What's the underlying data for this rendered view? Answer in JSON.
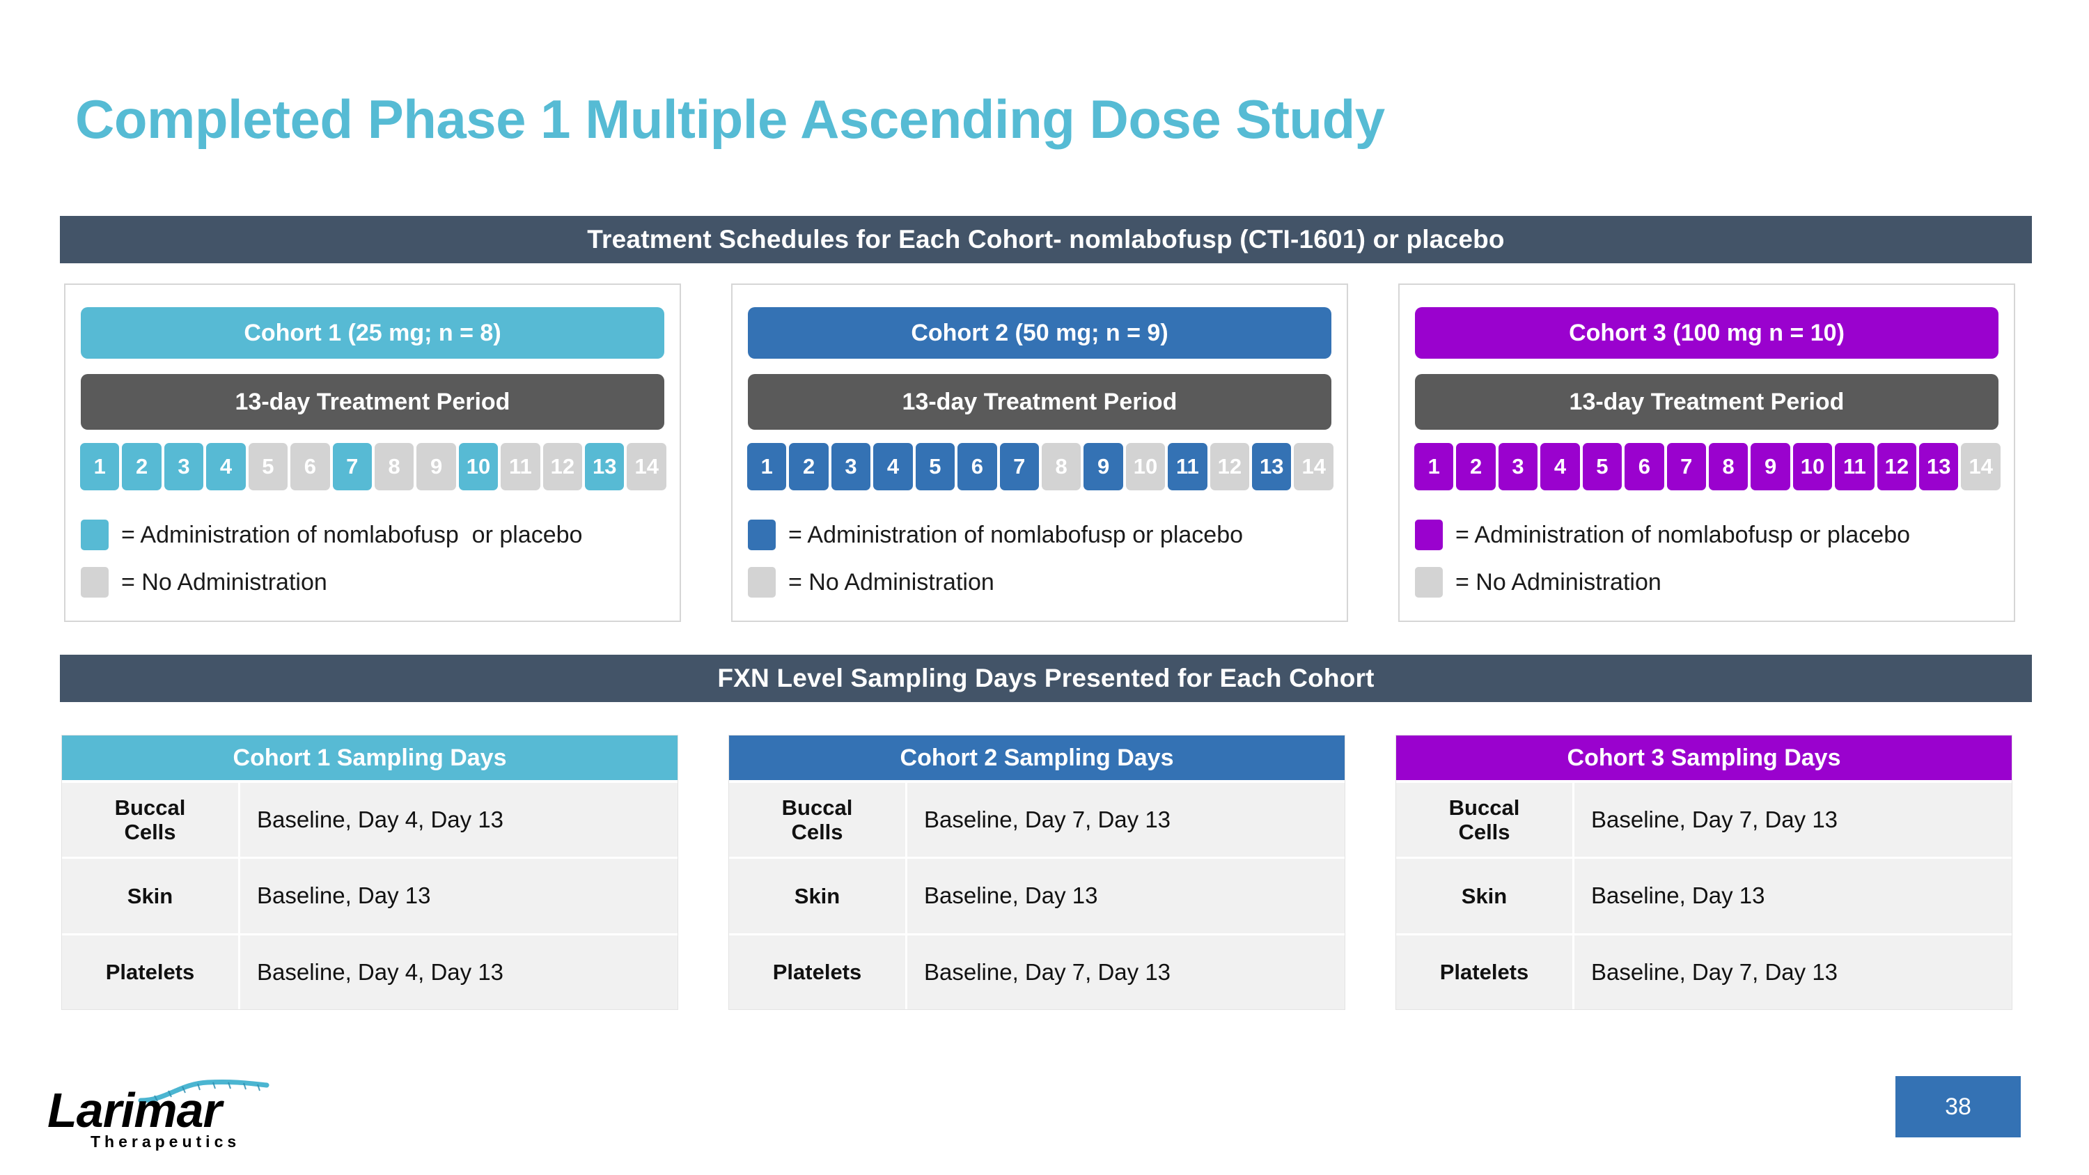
{
  "slide": {
    "title": "Completed Phase 1 Multiple Ascending Dose Study",
    "title_color": "#56BBD4",
    "page_number": "38"
  },
  "banners": {
    "treatment": "Treatment Schedules for Each Cohort- nomlabofusp (CTI-1601) or placebo",
    "fxn": "FXN Level Sampling Days Presented for Each Cohort",
    "color": "#435468"
  },
  "cohorts": [
    {
      "id": "cohort-1",
      "header": "Cohort 1 (25 mg; n = 8)",
      "color": "#57BAD4",
      "period_label": "13-day Treatment Period",
      "period_color": "#5A5A5A",
      "days": [
        {
          "n": "1",
          "dosed": true
        },
        {
          "n": "2",
          "dosed": true
        },
        {
          "n": "3",
          "dosed": true
        },
        {
          "n": "4",
          "dosed": true
        },
        {
          "n": "5",
          "dosed": false
        },
        {
          "n": "6",
          "dosed": false
        },
        {
          "n": "7",
          "dosed": true
        },
        {
          "n": "8",
          "dosed": false
        },
        {
          "n": "9",
          "dosed": false
        },
        {
          "n": "10",
          "dosed": true
        },
        {
          "n": "11",
          "dosed": false
        },
        {
          "n": "12",
          "dosed": false
        },
        {
          "n": "13",
          "dosed": true
        },
        {
          "n": "14",
          "dosed": false
        }
      ],
      "legend_dosed": "= Administration of nomlabofusp  or placebo",
      "legend_none": "= No Administration",
      "no_admin_color": "#D3D3D3"
    },
    {
      "id": "cohort-2",
      "header": "Cohort 2 (50 mg; n = 9)",
      "color": "#3472B4",
      "period_label": "13-day Treatment Period",
      "period_color": "#5A5A5A",
      "days": [
        {
          "n": "1",
          "dosed": true
        },
        {
          "n": "2",
          "dosed": true
        },
        {
          "n": "3",
          "dosed": true
        },
        {
          "n": "4",
          "dosed": true
        },
        {
          "n": "5",
          "dosed": true
        },
        {
          "n": "6",
          "dosed": true
        },
        {
          "n": "7",
          "dosed": true
        },
        {
          "n": "8",
          "dosed": false
        },
        {
          "n": "9",
          "dosed": true
        },
        {
          "n": "10",
          "dosed": false
        },
        {
          "n": "11",
          "dosed": true
        },
        {
          "n": "12",
          "dosed": false
        },
        {
          "n": "13",
          "dosed": true
        },
        {
          "n": "14",
          "dosed": false
        }
      ],
      "legend_dosed": "= Administration of nomlabofusp or placebo",
      "legend_none": "= No Administration",
      "no_admin_color": "#D3D3D3"
    },
    {
      "id": "cohort-3",
      "header": "Cohort 3 (100 mg n = 10)",
      "color": "#9A02CE",
      "period_label": "13-day Treatment Period",
      "period_color": "#5A5A5A",
      "days": [
        {
          "n": "1",
          "dosed": true
        },
        {
          "n": "2",
          "dosed": true
        },
        {
          "n": "3",
          "dosed": true
        },
        {
          "n": "4",
          "dosed": true
        },
        {
          "n": "5",
          "dosed": true
        },
        {
          "n": "6",
          "dosed": true
        },
        {
          "n": "7",
          "dosed": true
        },
        {
          "n": "8",
          "dosed": true
        },
        {
          "n": "9",
          "dosed": true
        },
        {
          "n": "10",
          "dosed": true
        },
        {
          "n": "11",
          "dosed": true
        },
        {
          "n": "12",
          "dosed": true
        },
        {
          "n": "13",
          "dosed": true
        },
        {
          "n": "14",
          "dosed": false
        }
      ],
      "legend_dosed": "= Administration of nomlabofusp or placebo",
      "legend_none": "= No Administration",
      "no_admin_color": "#D3D3D3"
    }
  ],
  "sampling_tables": [
    {
      "id": "sampling-1",
      "header": "Cohort 1 Sampling Days",
      "color": "#57BAD4",
      "rows": [
        {
          "label": "Buccal\nCells",
          "value": "Baseline, Day 4, Day 13"
        },
        {
          "label": "Skin",
          "value": "Baseline, Day 13"
        },
        {
          "label": "Platelets",
          "value": "Baseline, Day 4, Day 13"
        }
      ]
    },
    {
      "id": "sampling-2",
      "header": "Cohort 2 Sampling Days",
      "color": "#3472B4",
      "rows": [
        {
          "label": "Buccal\nCells",
          "value": "Baseline, Day 7, Day 13"
        },
        {
          "label": "Skin",
          "value": "Baseline, Day 13"
        },
        {
          "label": "Platelets",
          "value": "Baseline, Day 7, Day 13"
        }
      ]
    },
    {
      "id": "sampling-3",
      "header": "Cohort 3 Sampling Days",
      "color": "#9A02CE",
      "rows": [
        {
          "label": "Buccal\nCells",
          "value": "Baseline, Day 7, Day 13"
        },
        {
          "label": "Skin",
          "value": "Baseline, Day 13"
        },
        {
          "label": "Platelets",
          "value": "Baseline, Day 7, Day 13"
        }
      ]
    }
  ],
  "logo": {
    "wordmark": "Larimar",
    "tagline": "Therapeutics",
    "accent_color": "#4BB5D1"
  }
}
